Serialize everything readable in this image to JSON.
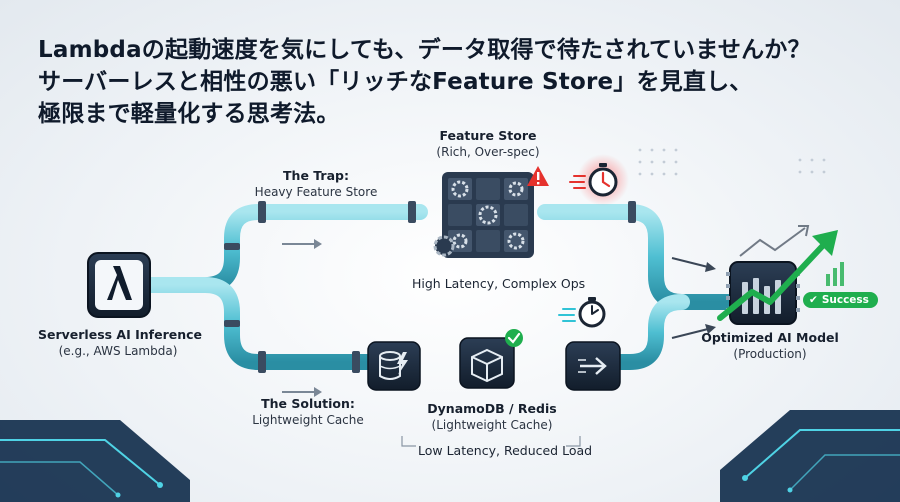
{
  "headline": {
    "line1": "Lambdaの起動速度を気にしても、データ取得で待たされていませんか？",
    "line2": "サーバーレスと相性の悪い「リッチなFeature Store」を見直し、",
    "line3": "極限まで軽量化する思考法。"
  },
  "nodes": {
    "lambda": {
      "title": "Serverless AI Inference",
      "subtitle": "(e.g., AWS Lambda)",
      "icon": "lambda-icon"
    },
    "feature_store": {
      "title": "Feature Store",
      "subtitle": "(Rich, Over-spec)",
      "icon": "gear-cubes-icon"
    },
    "cache": {
      "title": "DynamoDB / Redis",
      "subtitle": "(Lightweight Cache)",
      "icon": "box-icon"
    },
    "model": {
      "title": "Optimized AI Model",
      "subtitle": "(Production)",
      "icon": "chip-chart-icon"
    }
  },
  "paths": {
    "trap": {
      "title": "The Trap:",
      "subtitle": "Heavy Feature Store",
      "note": "High Latency, Complex Ops"
    },
    "solution": {
      "title": "The Solution:",
      "subtitle": "Lightweight Cache",
      "note": "Low Latency, Reduced Load"
    }
  },
  "badge": {
    "label": "Success",
    "color": "#1fae4e"
  },
  "colors": {
    "pipe": "#5ec9da",
    "pipe_dark": "#2a8ea3",
    "glow": "#36d6e6",
    "warning": "#e5322d",
    "success": "#1fae4e",
    "node_bg": "#1b2a3d",
    "text": "#0f1a2b"
  }
}
